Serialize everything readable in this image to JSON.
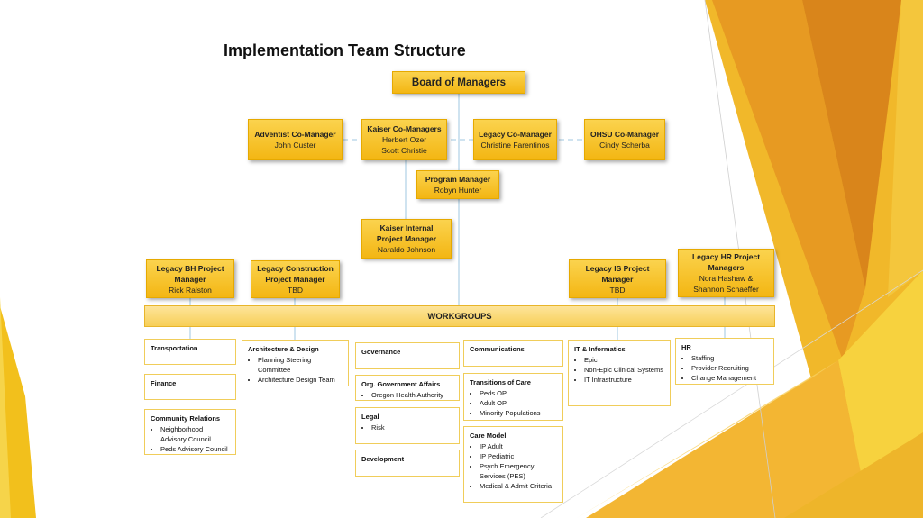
{
  "title": "Implementation Team Structure",
  "board": {
    "title": "Board of Managers"
  },
  "comanagers": [
    {
      "title": "Adventist Co-Manager",
      "names": [
        "John Custer"
      ]
    },
    {
      "title": "Kaiser Co-Managers",
      "names": [
        "Herbert Ozer",
        "Scott Christie"
      ]
    },
    {
      "title": "Legacy Co-Manager",
      "names": [
        "Christine Farentinos"
      ]
    },
    {
      "title": "OHSU Co-Manager",
      "names": [
        "Cindy Scherba"
      ]
    }
  ],
  "program_manager": {
    "title": "Program Manager",
    "names": [
      "Robyn Hunter"
    ]
  },
  "kaiser_internal": {
    "title": "Kaiser Internal Project Manager",
    "names": [
      "Naraldo Johnson"
    ]
  },
  "project_managers": [
    {
      "title": "Legacy BH Project Manager",
      "names": [
        "Rick Ralston"
      ]
    },
    {
      "title": "Legacy Construction Project Manager",
      "names": [
        "TBD"
      ]
    },
    {
      "title": "Legacy IS Project Manager",
      "names": [
        "TBD"
      ]
    },
    {
      "title": "Legacy HR Project Managers",
      "names": [
        "Nora Hashaw &",
        "Shannon Schaeffer"
      ]
    }
  ],
  "workgroups_label": "WORKGROUPS",
  "workgroups": [
    {
      "title": "Transportation",
      "items": []
    },
    {
      "title": "Finance",
      "items": []
    },
    {
      "title": "Community Relations",
      "items": [
        "Neighborhood Advisory Council",
        "Peds Advisory Council"
      ]
    },
    {
      "title": "Architecture & Design",
      "items": [
        "Planning Steering Committee",
        "Architecture Design Team"
      ]
    },
    {
      "title": "Governance",
      "items": []
    },
    {
      "title": "Org. Government Affairs",
      "items": [
        "Oregon Health Authority"
      ]
    },
    {
      "title": "Legal",
      "items": [
        "Risk"
      ]
    },
    {
      "title": "Development",
      "items": []
    },
    {
      "title": "Communications",
      "items": []
    },
    {
      "title": "Transitions of Care",
      "items": [
        "Peds OP",
        "Adult OP",
        "Minority Populations"
      ]
    },
    {
      "title": "Care Model",
      "items": [
        "IP Adult",
        "IP Pediatric",
        "Psych Emergency Services (PES)",
        "Medical & Admit Criteria"
      ]
    },
    {
      "title": "IT & Informatics",
      "items": [
        "Epic",
        "Non-Epic Clinical Systems",
        "IT Infrastructure"
      ]
    },
    {
      "title": "HR",
      "items": [
        "Staffing",
        "Provider Recruiting",
        "Change Management"
      ]
    }
  ],
  "colors": {
    "box_fill": "#f7c52a",
    "box_border": "#e6a900",
    "connector": "#9fc7e0",
    "accent_dark": "#e2a21a"
  }
}
